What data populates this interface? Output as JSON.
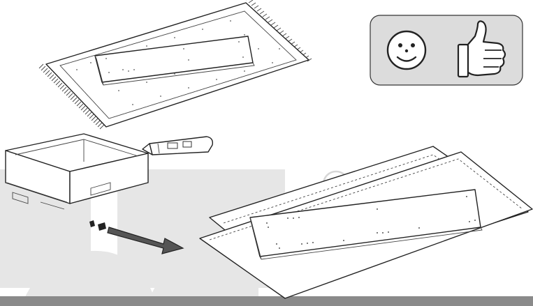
{
  "watermark": {
    "registered_mark": "®",
    "color": "#e6e6e6",
    "bar_color": "#8a8a8a"
  },
  "feedback_panel": {
    "background": "#dcdcdc",
    "icons": [
      "smiley-face-icon",
      "thumbs-up-icon"
    ]
  },
  "steps": [
    {
      "name": "unpack-panel-on-blanket"
    },
    {
      "name": "open-box-with-knife"
    },
    {
      "name": "place-panel-on-cardboard"
    }
  ],
  "accent": "#222222"
}
